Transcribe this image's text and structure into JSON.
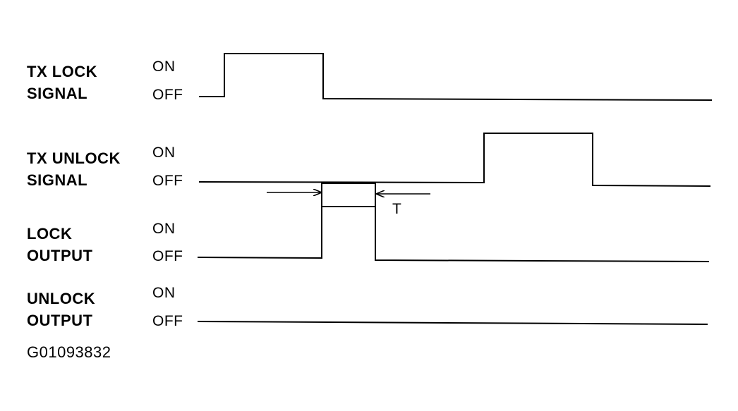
{
  "signals": [
    {
      "id": "tx-lock",
      "line1": "TX LOCK",
      "line2": "SIGNAL",
      "on_label": "ON",
      "off_label": "OFF"
    },
    {
      "id": "tx-unlock",
      "line1": "TX UNLOCK",
      "line2": "SIGNAL",
      "on_label": "ON",
      "off_label": "OFF"
    },
    {
      "id": "lock-output",
      "line1": "LOCK",
      "line2": "OUTPUT",
      "on_label": "ON",
      "off_label": "OFF"
    },
    {
      "id": "unlock-output",
      "line1": "UNLOCK",
      "line2": "OUTPUT",
      "on_label": "ON",
      "off_label": "OFF"
    }
  ],
  "timing_marker": {
    "label": "T"
  },
  "figure_id": "G01093832",
  "colors": {
    "ink": "#000000",
    "background": "#ffffff"
  }
}
